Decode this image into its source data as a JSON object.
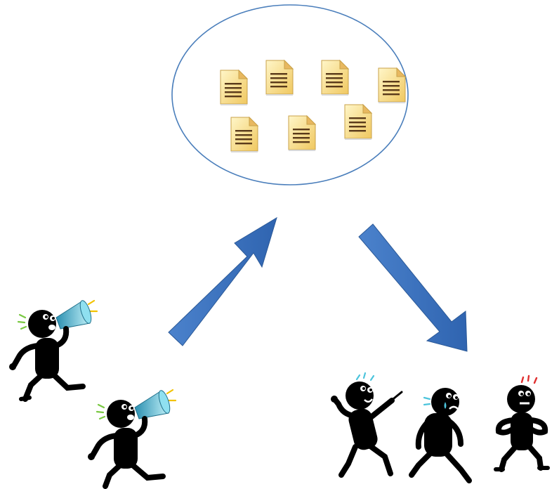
{
  "diagram": {
    "repository": {
      "shape": "ellipse",
      "item_icon": "document-icon",
      "item_count": 7
    },
    "arrows": [
      {
        "name": "upload-arrow",
        "direction": "up-right"
      },
      {
        "name": "download-arrow",
        "direction": "down-right"
      }
    ],
    "producers": [
      {
        "name": "shouting-person-1",
        "icon": "megaphone-icon",
        "accent": "#3ab6d0"
      },
      {
        "name": "shouting-person-2",
        "icon": "megaphone-icon",
        "accent": "#3ab6d0"
      }
    ],
    "consumers": [
      {
        "name": "pointing-person",
        "mood": "excited",
        "accent": "#4cc4dc"
      },
      {
        "name": "crying-person",
        "mood": "sad",
        "accent": "#4cc4dc"
      },
      {
        "name": "angry-person",
        "mood": "angry",
        "accent": "#e03030"
      }
    ],
    "colors": {
      "ellipse_stroke": "#4a7ebb",
      "arrow_fill": "#3f74c0",
      "arrow_edge": "#2c5a98",
      "doc_fill": "#f6e08a",
      "doc_fold": "#e0a848",
      "doc_lines": "#5a3a1a",
      "figure": "#000000",
      "spark_green": "#7ac943",
      "spark_yellow": "#f2c200"
    }
  }
}
